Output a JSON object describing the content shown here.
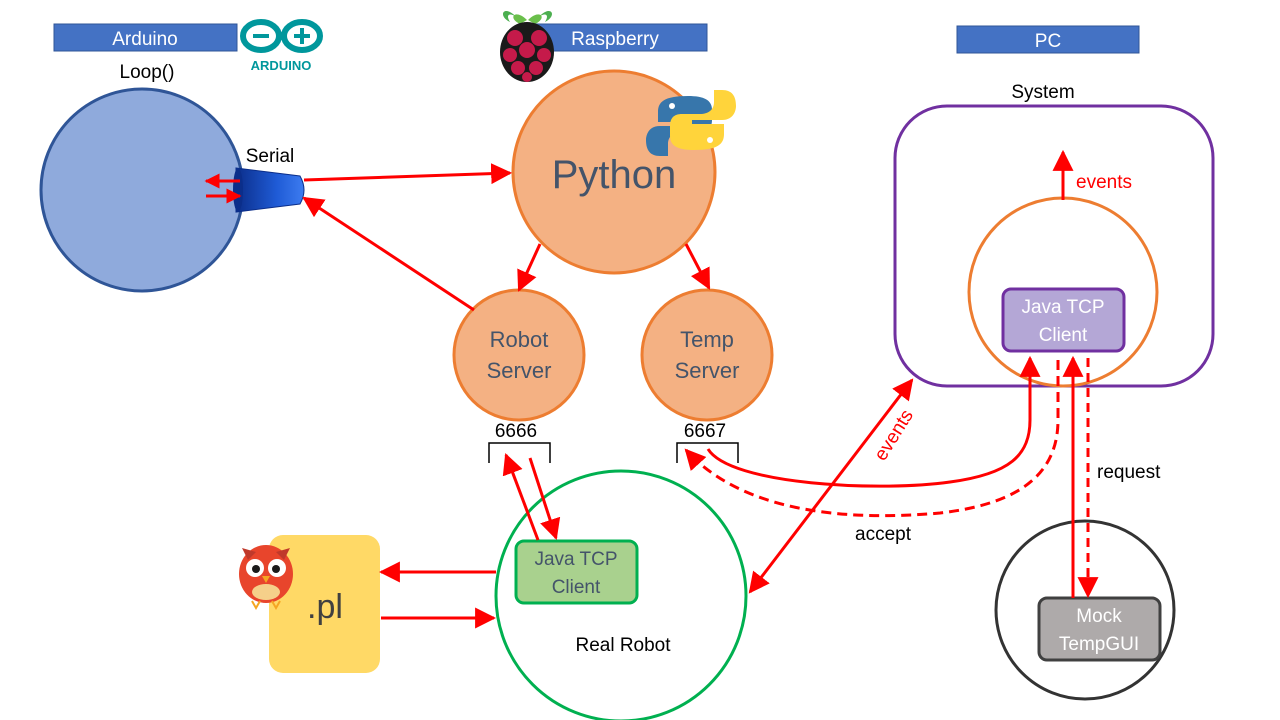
{
  "headers": {
    "arduino": "Arduino",
    "raspberry": "Raspberry",
    "pc": "PC"
  },
  "arduino": {
    "loop_label": "Loop()",
    "serial_label": "Serial",
    "logo_text": "ARDUINO"
  },
  "raspberry": {
    "python_label": "Python",
    "robot_server": [
      "Robot",
      "Server"
    ],
    "temp_server": [
      "Temp",
      "Server"
    ],
    "port_robot": "6666",
    "port_temp": "6667"
  },
  "robot": {
    "java_client": [
      "Java TCP",
      "Client"
    ],
    "real_robot_label": "Real Robot",
    "prolog_label": ".pl"
  },
  "pc": {
    "system_label": "System",
    "events_top": "events",
    "java_client": [
      "Java TCP",
      "Client"
    ],
    "mock": [
      "Mock",
      "TempGUI"
    ],
    "request_label": "request"
  },
  "edges": {
    "events_diag": "events",
    "accept_label": "accept"
  },
  "colors": {
    "header_blue": "#4472c4",
    "arrow_red": "#ff0000",
    "arduino_teal": "#00979c",
    "python_orange": "#f4b183",
    "orange_stroke": "#ed7d31",
    "arduino_blue_fill": "#8faadc",
    "arduino_blue_stroke": "#2f5597",
    "green": "#00b050",
    "java_green_fill": "#a9d18e",
    "purple": "#7030a0",
    "purple_fill": "#b4a7d6",
    "prolog_yellow": "#ffd966",
    "mock_gray": "#aeaaaa"
  }
}
